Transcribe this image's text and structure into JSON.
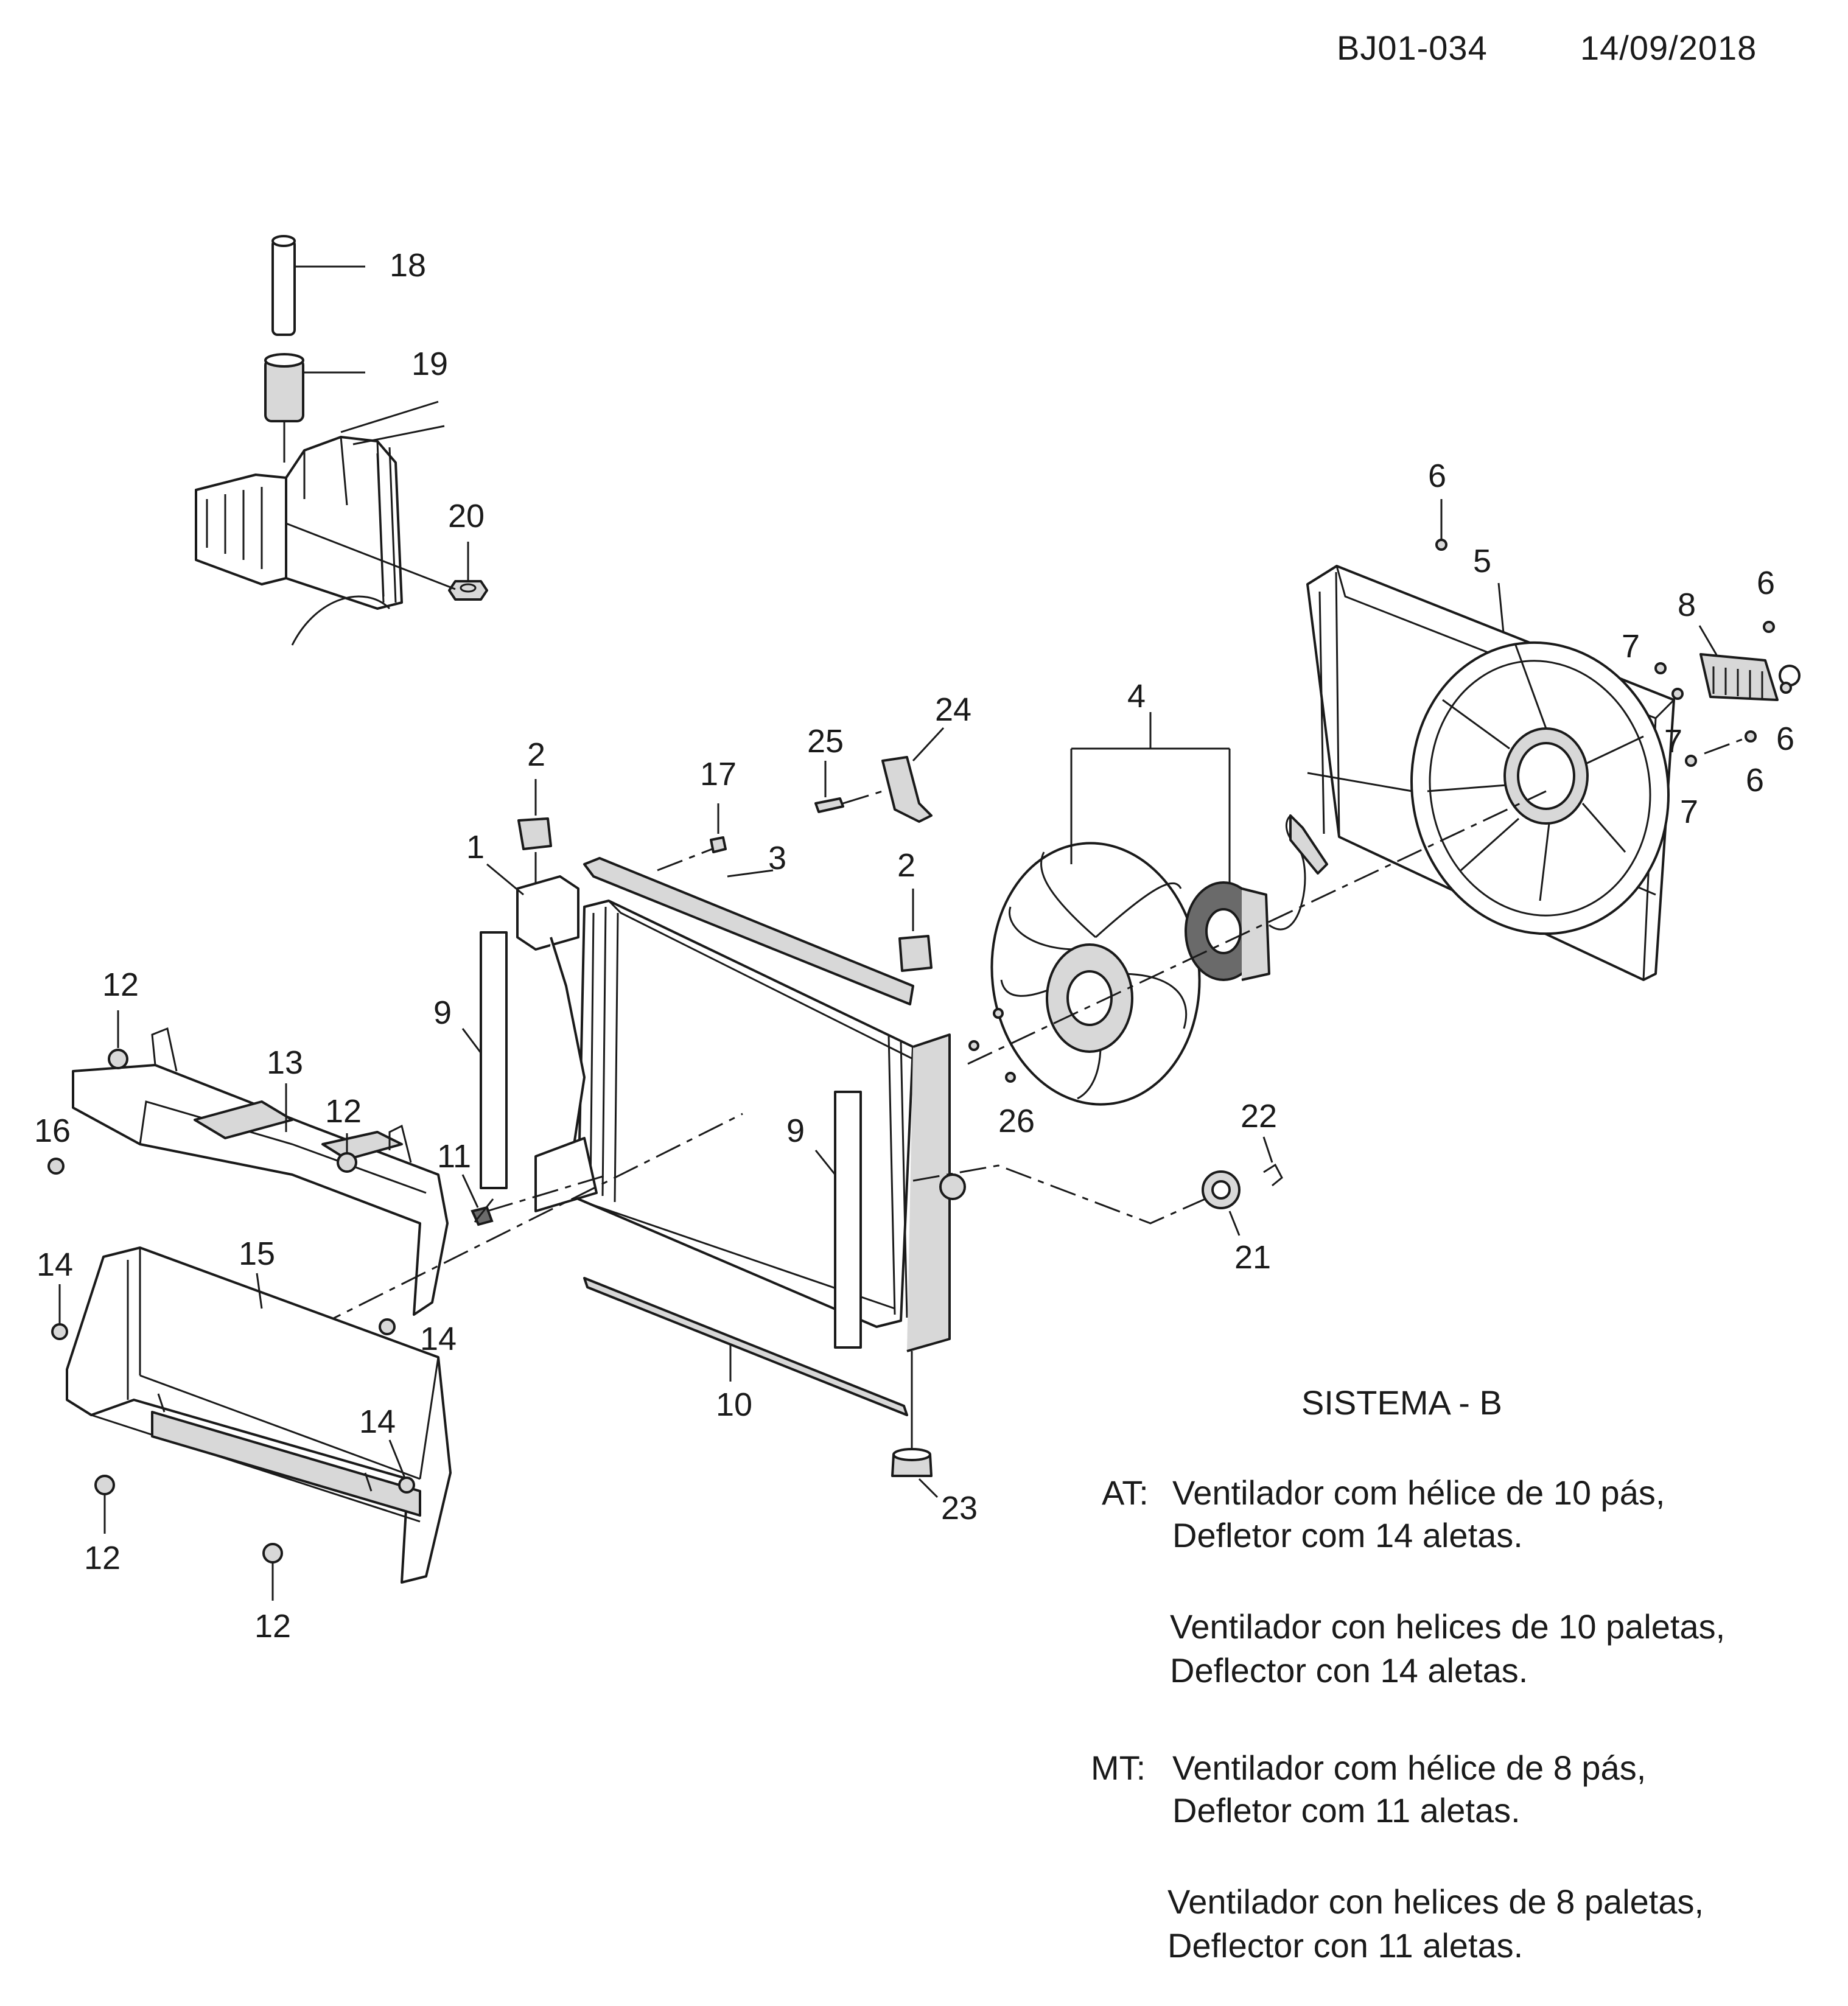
{
  "header": {
    "code": "BJ01-034",
    "date": "14/09/2018"
  },
  "callouts": {
    "c1": "1",
    "c2a": "2",
    "c2b": "2",
    "c3": "3",
    "c4": "4",
    "c5": "5",
    "c6a": "6",
    "c6b": "6",
    "c6c": "6",
    "c6d": "6",
    "c7a": "7",
    "c7b": "7",
    "c7c": "7",
    "c8": "8",
    "c9a": "9",
    "c9b": "9",
    "c10": "10",
    "c11": "11",
    "c12a": "12",
    "c12b": "12",
    "c12c": "12",
    "c12d": "12",
    "c13": "13",
    "c14a": "14",
    "c14b": "14",
    "c14c": "14",
    "c15": "15",
    "c16": "16",
    "c17": "17",
    "c18": "18",
    "c19": "19",
    "c20": "20",
    "c21": "21",
    "c22": "22",
    "c23": "23",
    "c24": "24",
    "c25": "25",
    "c26": "26"
  },
  "notes": {
    "title": "SISTEMA - B",
    "at_key": "AT:",
    "at_line1": "Ventilador com hélice de 10 pás,",
    "at_line2": "Defletor com 14 aletas.",
    "at_line3": "Ventilador con helices de 10 paletas,",
    "at_line4": "Deflector con 14 aletas.",
    "mt_key": "MT:",
    "mt_line1": "Ventilador com hélice de 8 pás,",
    "mt_line2": "Defletor com 11 aletas.",
    "mt_line3": "Ventilador con helices de 8 paletas,",
    "mt_line4": "Deflector con 11 aletas."
  }
}
